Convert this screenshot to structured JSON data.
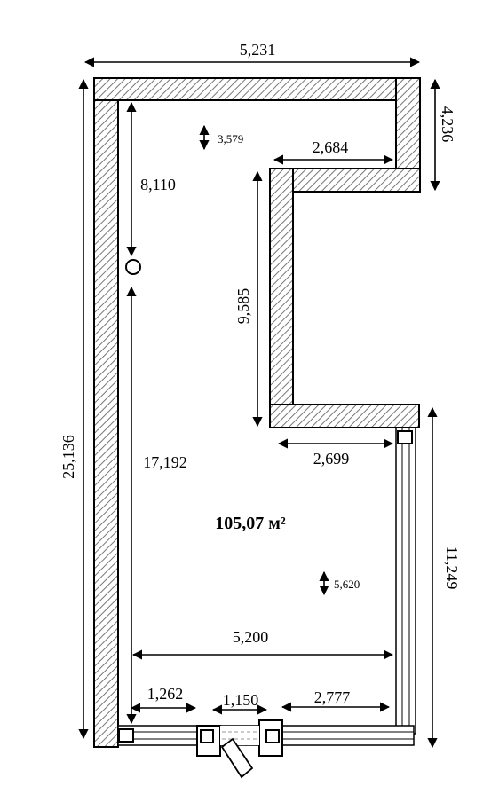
{
  "plan": {
    "area": "105,07 м²",
    "dimensions": {
      "top_width": "5,231",
      "right_upper_height": "4,236",
      "inner_top_offset": "3,579",
      "notch_width_top": "2,684",
      "left_upper_height": "8,110",
      "notch_height": "9,585",
      "notch_width_bottom": "2,699",
      "total_height": "25,136",
      "left_lower_height": "17,192",
      "right_lower_height": "11,249",
      "inner_mid_offset": "5,620",
      "inner_width": "5,200",
      "bottom_left_segment": "1,262",
      "door_width": "1,150",
      "bottom_right_segment": "2,777"
    }
  }
}
